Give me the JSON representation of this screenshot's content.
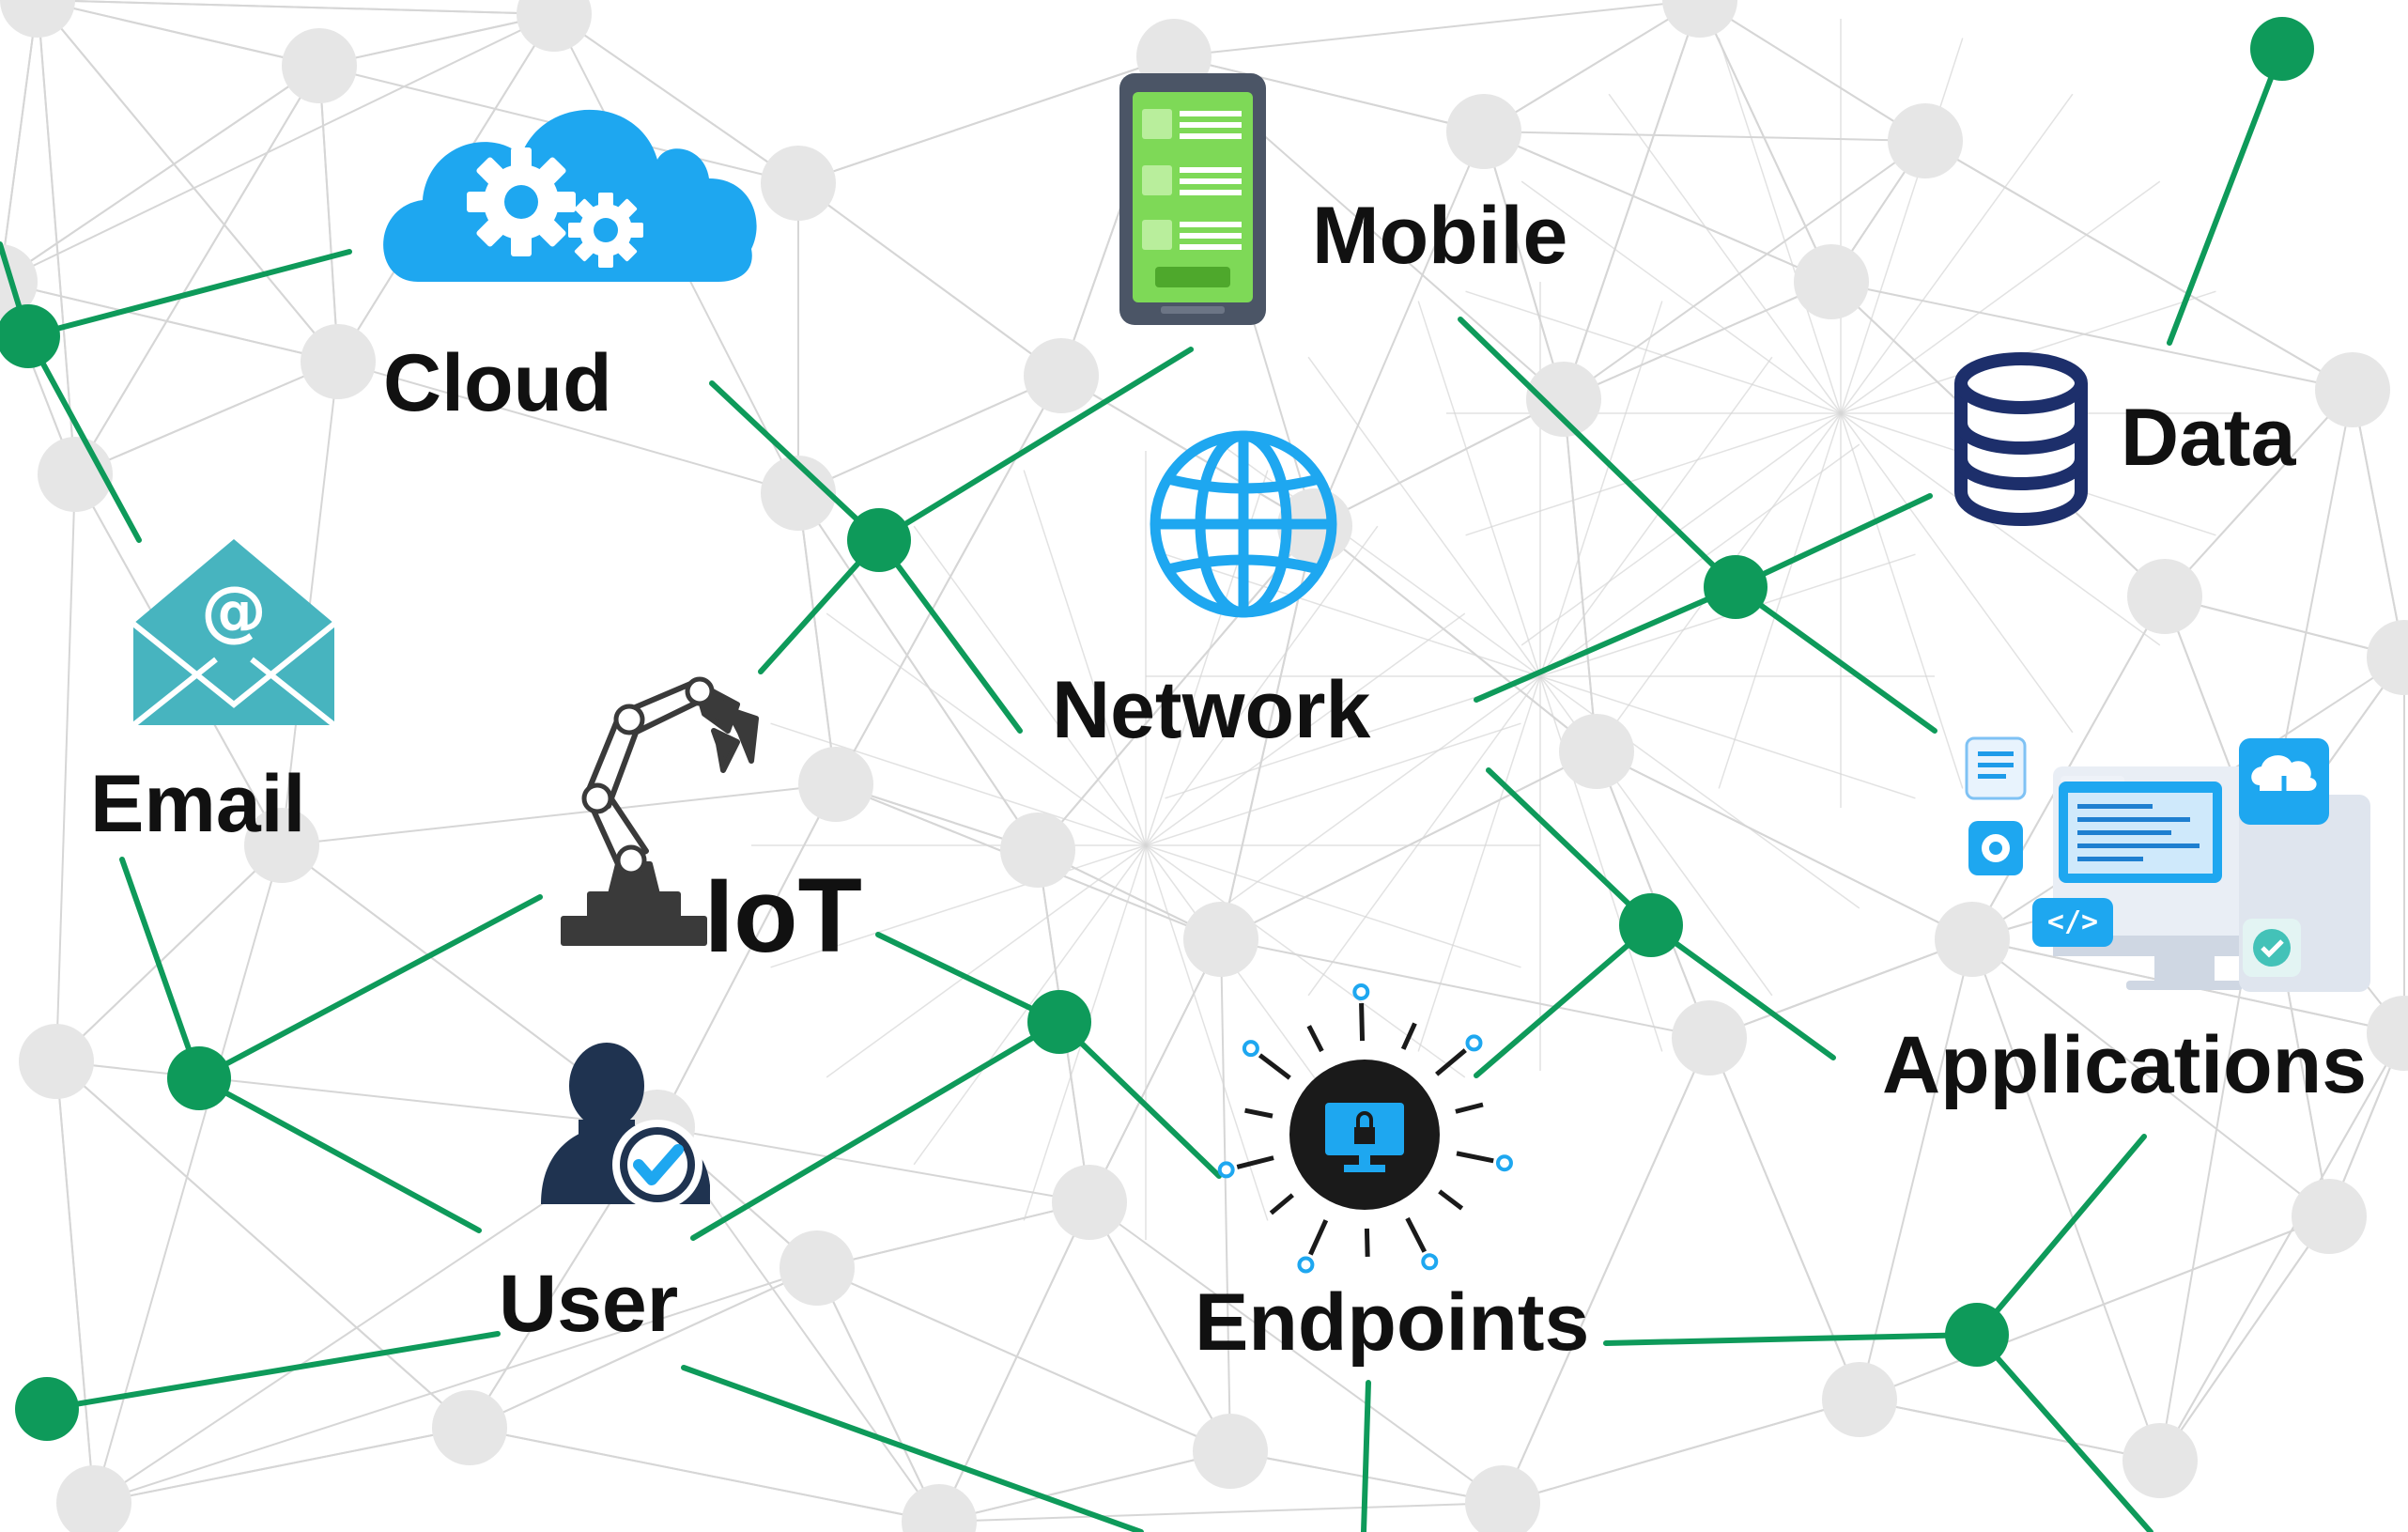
{
  "labels": {
    "cloud": "Cloud",
    "mobile": "Mobile",
    "data": "Data",
    "email": "Email",
    "network": "Network",
    "iot": "IoT",
    "applications": "Applications",
    "user": "User",
    "endpoints": "Endpoints"
  },
  "colors": {
    "link": "#0e9a5a",
    "node": "#0e9a5a",
    "mesh": "#d6d6d6",
    "mesh_node": "#e6e6e6",
    "label": "#111111",
    "cloud": "#1ea7f0",
    "email": "#47b4bf",
    "database": "#1d2f6b",
    "robot": "#3a3a3a",
    "user": "#1f3350",
    "check": "#1ea7f0",
    "endpoint_core": "#1a1a1a",
    "endpoint_screen": "#1ea7f0",
    "phone_body": "#4b5566",
    "phone_screen": "#7ed957"
  },
  "icons": {
    "cloud": "cloud-gears-icon",
    "mobile": "smartphone-icon",
    "data": "database-icon",
    "email": "envelope-icon",
    "network": "globe-icon",
    "iot": "robotic-arm-icon",
    "applications": "apps-devices-icon",
    "user": "verified-user-icon",
    "endpoints": "secure-endpoint-icon"
  }
}
